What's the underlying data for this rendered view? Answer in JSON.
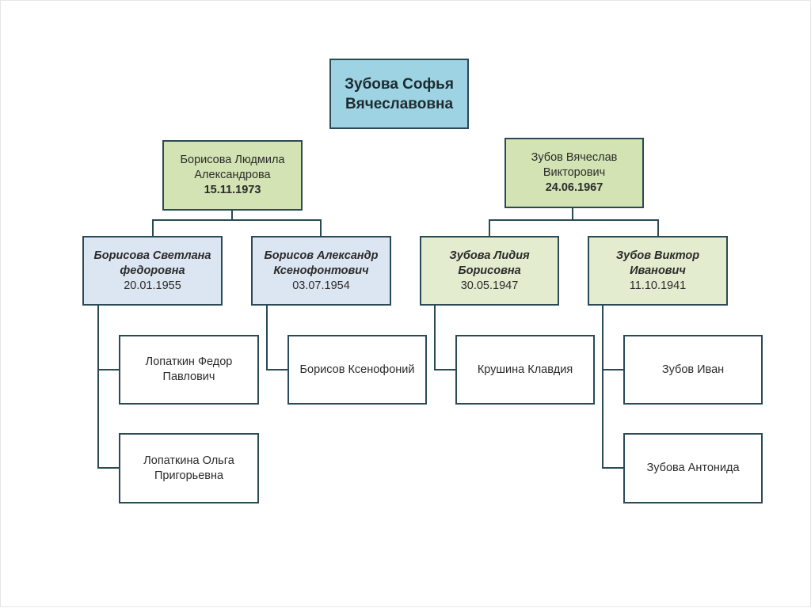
{
  "colors": {
    "root_fill": "#9dd3e2",
    "parent_fill": "#d3e3b3",
    "maternal_grand_fill": "#dce6f2",
    "paternal_grand_fill": "#e3ecce",
    "great_grand_fill": "#ffffff",
    "border": "#2a4a55"
  },
  "root": {
    "line1": "Зубова Софья",
    "line2": "Вячеславовна"
  },
  "mother": {
    "line1": "Борисова Людмила",
    "line2": "Александрова",
    "date": "15.11.1973"
  },
  "father": {
    "line1": "Зубов Вячеслав",
    "line2": "Викторович",
    "date": "24.06.1967"
  },
  "mm": {
    "line1": "Борисова Светлана",
    "line2": "федоровна",
    "date": "20.01.1955"
  },
  "mf": {
    "line1": "Борисов Александр",
    "line2": "Ксенофонтович",
    "date": "03.07.1954"
  },
  "fm": {
    "line1": "Зубова Лидия",
    "line2": "Борисовна",
    "date": "30.05.1947"
  },
  "ff": {
    "line1": "Зубов Виктор",
    "line2": "Иванович",
    "date": "11.10.1941"
  },
  "mm_father": {
    "line1": "Лопаткин Федор",
    "line2": "Павлович"
  },
  "mm_mother": {
    "line1": "Лопаткина Ольга",
    "line2": "Пригорьевна"
  },
  "mf_father": {
    "line1": "Борисов Ксенофоний"
  },
  "fm_mother": {
    "line1": "Крушина Клавдия"
  },
  "ff_father": {
    "line1": "Зубов Иван"
  },
  "ff_mother": {
    "line1": "Зубова Антонида"
  }
}
